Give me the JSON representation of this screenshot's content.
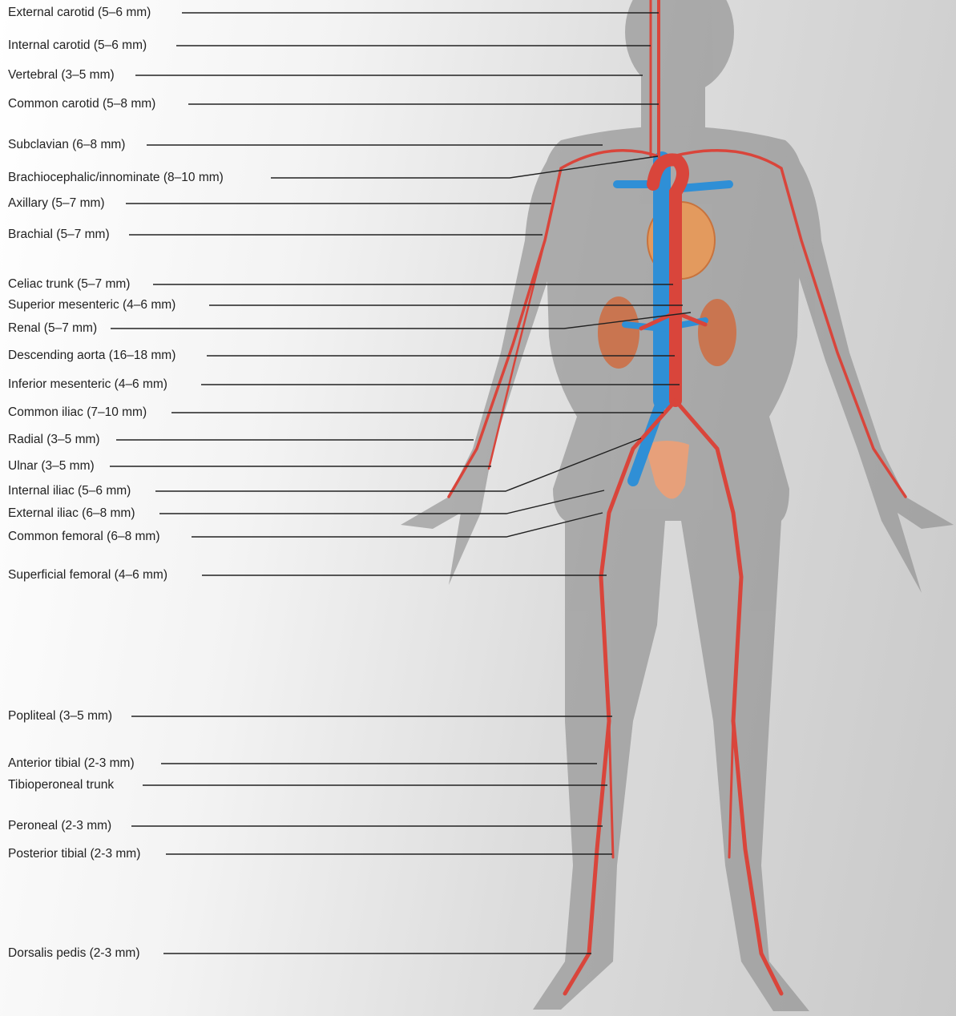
{
  "labels": [
    {
      "id": "external-carotid",
      "text": "External carotid (5–6 mm)"
    },
    {
      "id": "internal-carotid",
      "text": "Internal carotid (5–6 mm)"
    },
    {
      "id": "vertebral",
      "text": "Vertebral (3–5 mm)"
    },
    {
      "id": "common-carotid",
      "text": "Common carotid (5–8 mm)"
    },
    {
      "id": "subclavian",
      "text": "Subclavian (6–8 mm)"
    },
    {
      "id": "brachiocephalic",
      "text": "Brachiocephalic/innominate (8–10 mm)"
    },
    {
      "id": "axillary",
      "text": "Axillary (5–7 mm)"
    },
    {
      "id": "brachial",
      "text": "Brachial (5–7 mm)"
    },
    {
      "id": "celiac-trunk",
      "text": "Celiac trunk (5–7 mm)"
    },
    {
      "id": "superior-mesenteric",
      "text": "Superior mesenteric (4–6 mm)"
    },
    {
      "id": "renal",
      "text": "Renal (5–7 mm)"
    },
    {
      "id": "descending-aorta",
      "text": "Descending aorta (16–18 mm)"
    },
    {
      "id": "inferior-mesenteric",
      "text": "Inferior mesenteric (4–6 mm)"
    },
    {
      "id": "common-iliac",
      "text": "Common iliac (7–10 mm)"
    },
    {
      "id": "radial",
      "text": "Radial (3–5 mm)"
    },
    {
      "id": "ulnar",
      "text": "Ulnar (3–5 mm)"
    },
    {
      "id": "internal-iliac",
      "text": "Internal iliac (5–6 mm)"
    },
    {
      "id": "external-iliac",
      "text": "External iliac (6–8 mm)"
    },
    {
      "id": "common-femoral",
      "text": "Common femoral (6–8 mm)"
    },
    {
      "id": "superficial-femoral",
      "text": "Superficial femoral (4–6 mm)"
    },
    {
      "id": "popliteal",
      "text": "Popliteal (3–5 mm)"
    },
    {
      "id": "anterior-tibial",
      "text": "Anterior tibial (2-3 mm)"
    },
    {
      "id": "tibioperoneal-trunk",
      "text": "Tibioperoneal trunk"
    },
    {
      "id": "peroneal",
      "text": "Peroneal (2-3 mm)"
    },
    {
      "id": "posterior-tibial",
      "text": "Posterior tibial (2-3 mm)"
    },
    {
      "id": "dorsalis-pedis",
      "text": "Dorsalis pedis (2-3 mm)"
    }
  ],
  "colors": {
    "artery": "#d9453b",
    "vein": "#2f8fd6",
    "silhouette": "#8a8a8a",
    "leader": "#222222",
    "organ": "#e6a06a"
  }
}
